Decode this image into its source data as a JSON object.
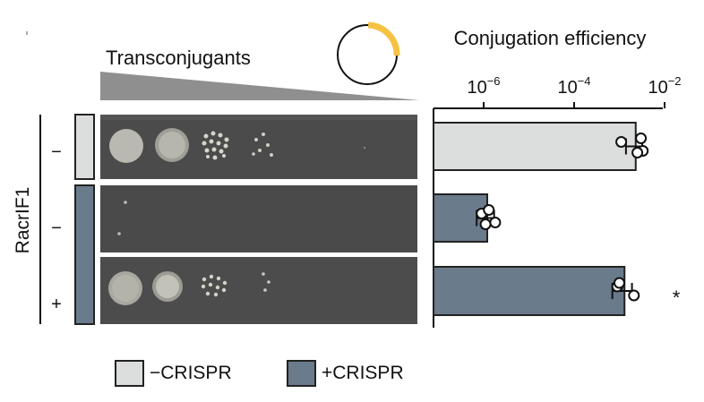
{
  "panel": {
    "plates_label": "Transconjugants",
    "row_axis_label": "RacrIF1",
    "row_signs": [
      "−",
      "−",
      "+"
    ],
    "significance_mark": "*"
  },
  "legend": {
    "items": [
      {
        "label": "−CRISPR",
        "color": "#dcdddd"
      },
      {
        "label": "+CRISPR",
        "color": "#6a7b8c"
      }
    ]
  },
  "colors": {
    "minus_crispr": "#dcdddd",
    "plus_crispr": "#6a7b8c",
    "plasmid_insert": "#f5c244",
    "plate_background": "#4a4a4a"
  },
  "chart_data": {
    "type": "bar",
    "orientation": "horizontal",
    "title": "Conjugation efficiency",
    "xscale": "log",
    "xlim": [
      1e-07,
      0.01
    ],
    "xticks": [
      {
        "value": 1e-06,
        "base": "10",
        "exp": "−6"
      },
      {
        "value": 0.0001,
        "base": "10",
        "exp": "−4"
      },
      {
        "value": 0.01,
        "base": "10",
        "exp": "−2"
      }
    ],
    "bars": [
      {
        "racrIF1": "−",
        "crispr": "−CRISPR",
        "value": 0.0023,
        "error": 0.0009,
        "points": [
          0.0011,
          0.003,
          0.0033,
          0.0025
        ]
      },
      {
        "racrIF1": "−",
        "crispr": "+CRISPR",
        "value": 1.2e-06,
        "error": 5e-07,
        "points": [
          9e-07,
          1.3e-06,
          1.8e-06,
          1.1e-06
        ]
      },
      {
        "racrIF1": "+",
        "crispr": "+CRISPR",
        "value": 0.0013,
        "error": 0.0006,
        "points": [
          0.0009,
          0.001,
          0.0021
        ]
      }
    ]
  }
}
